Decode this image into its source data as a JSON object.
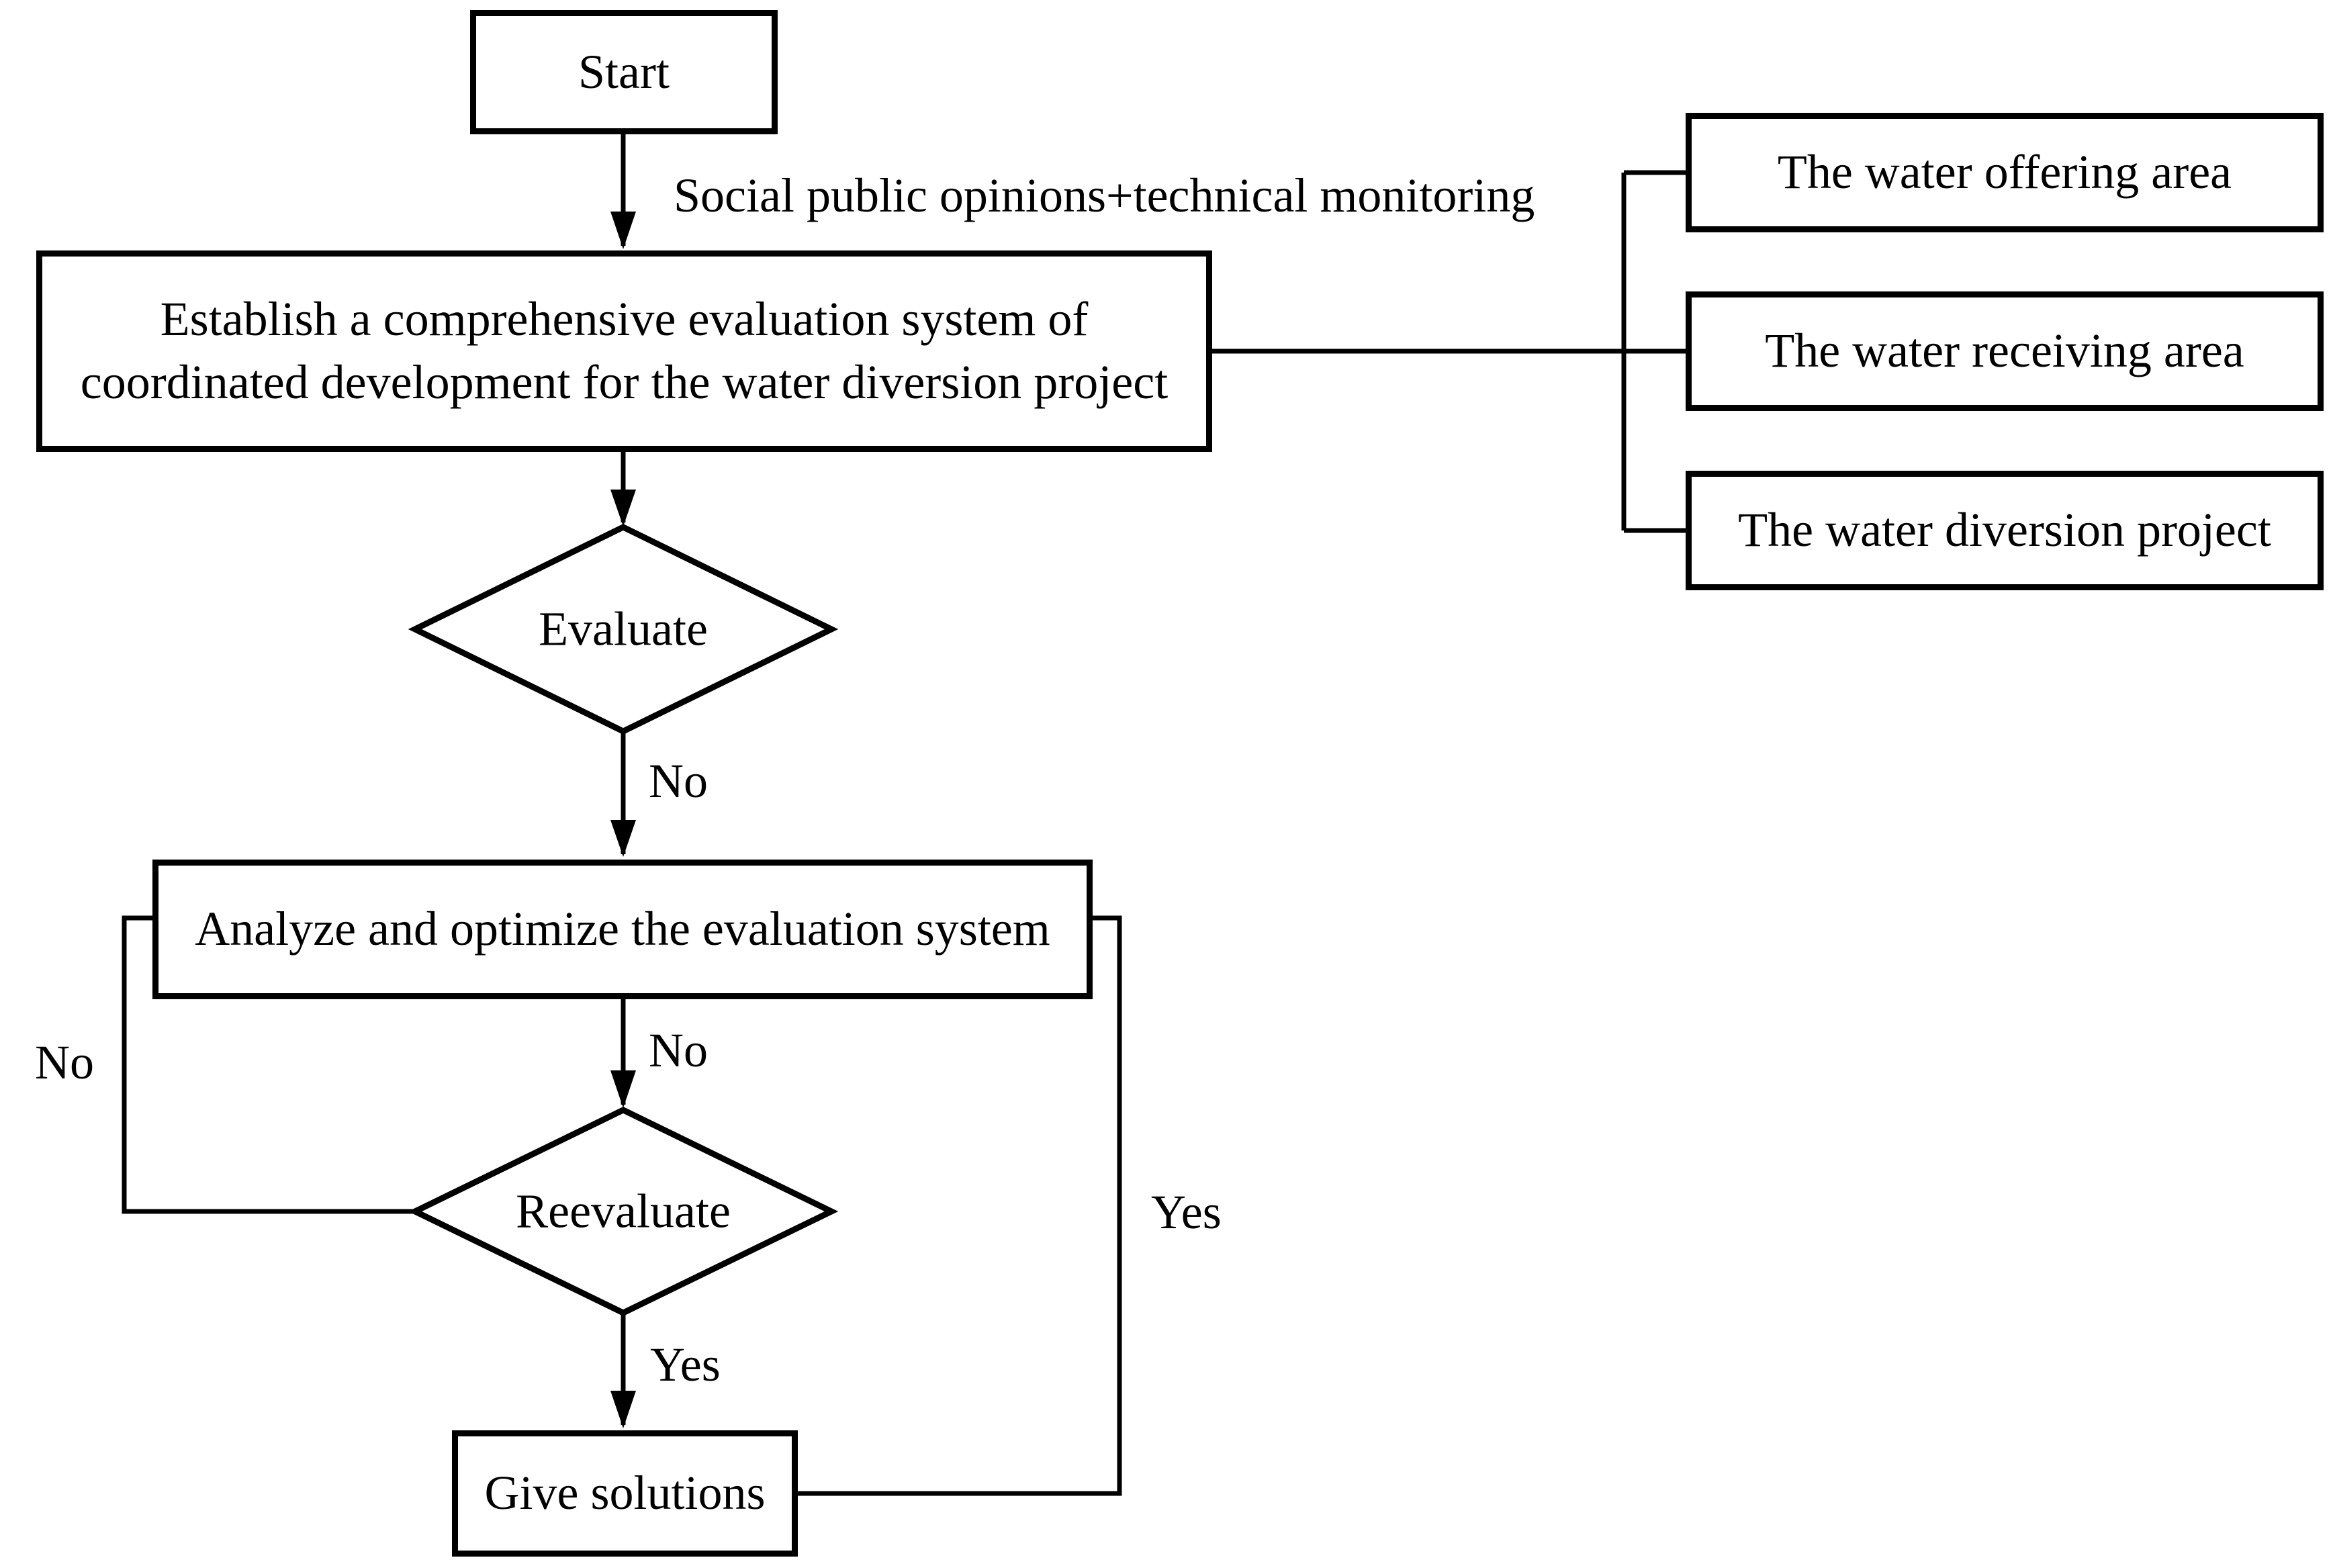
{
  "diagram": {
    "title": "Water diversion project evaluation flowchart",
    "nodes": {
      "start": {
        "label": "Start",
        "shape": "rect"
      },
      "establish": {
        "label": "Establish a comprehensive evaluation system of coordinated development for the water diversion project",
        "shape": "rect"
      },
      "evaluate": {
        "label": "Evaluate",
        "shape": "diamond"
      },
      "analyze": {
        "label": "Analyze and optimize the evaluation system",
        "shape": "rect"
      },
      "reevaluate": {
        "label": "Reevaluate",
        "shape": "diamond"
      },
      "give_solutions": {
        "label": "Give solutions",
        "shape": "rect"
      },
      "water_offering": {
        "label": "The water offering area",
        "shape": "rect"
      },
      "water_receiving": {
        "label": "The water receiving area",
        "shape": "rect"
      },
      "water_diversion": {
        "label": "The water diversion project",
        "shape": "rect"
      }
    },
    "edge_labels": {
      "input_annotation": "Social public opinions+technical monitoring",
      "evaluate_no": "No",
      "analyze_no": "No",
      "reevaluate_no_loop": "No",
      "reevaluate_yes": "Yes",
      "analyze_yes_loop": "Yes"
    },
    "edges": [
      "Start -> Establish (Social public opinions+technical monitoring)",
      "Establish -> The water offering area",
      "Establish -> The water receiving area",
      "Establish -> The water diversion project",
      "Establish -> Evaluate",
      "Evaluate -No-> Analyze and optimize the evaluation system",
      "Analyze -No-> Reevaluate",
      "Reevaluate -No-> Analyze and optimize the evaluation system",
      "Reevaluate -Yes-> Give solutions",
      "Analyze -Yes-> Give solutions"
    ],
    "colors": {
      "line": "#000000",
      "node_fill": "#ffffff",
      "background": "#ffffff",
      "text": "#000000"
    }
  }
}
